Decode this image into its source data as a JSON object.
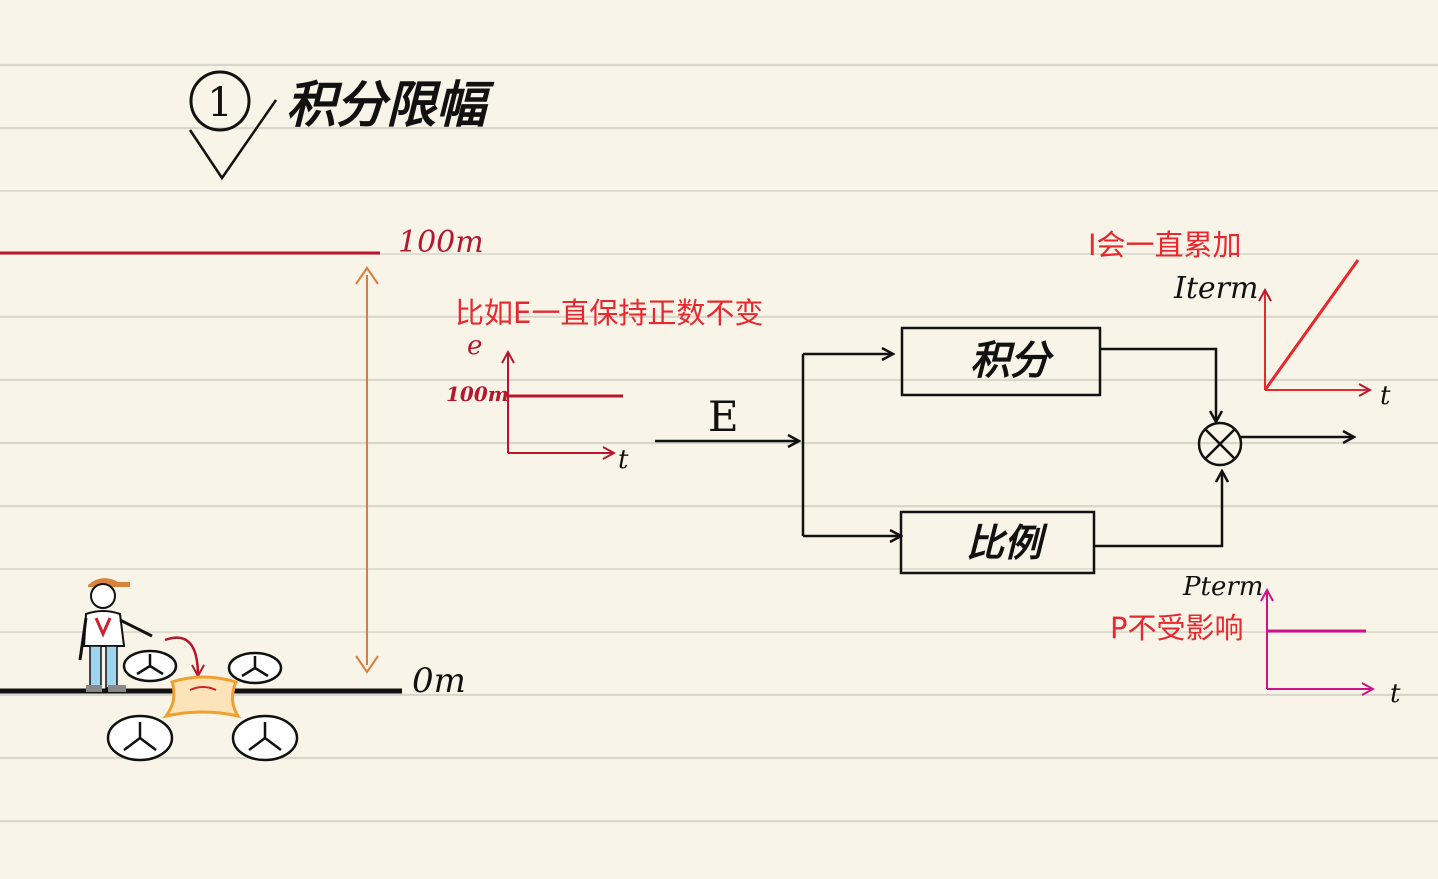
{
  "heading": {
    "number": "1",
    "title": "积分限幅"
  },
  "altitude": {
    "top_label": "100m",
    "bottom_label": "0m"
  },
  "error_graph": {
    "annotation": "比如E一直保持正数不变",
    "y_label": "e",
    "level_label": "100m",
    "x_label": "t"
  },
  "block_diagram": {
    "input_label": "E",
    "integral_block": "积分",
    "proportional_block": "比例"
  },
  "i_term_graph": {
    "annotation": "I会一直累加",
    "y_label": "Iterm",
    "x_label": "t"
  },
  "p_term_graph": {
    "annotation": "P不受影响",
    "y_label": "Pterm",
    "x_label": "t"
  },
  "colors": {
    "background": "#f8f5e8",
    "rule_line": "#d9d7cc",
    "ink": "#111111",
    "dark_red": "#b8162c",
    "annotation_red": "#e8282f",
    "orange": "#e07a3e",
    "magenta": "#d0128a",
    "drone_orange": "#f0a030"
  }
}
